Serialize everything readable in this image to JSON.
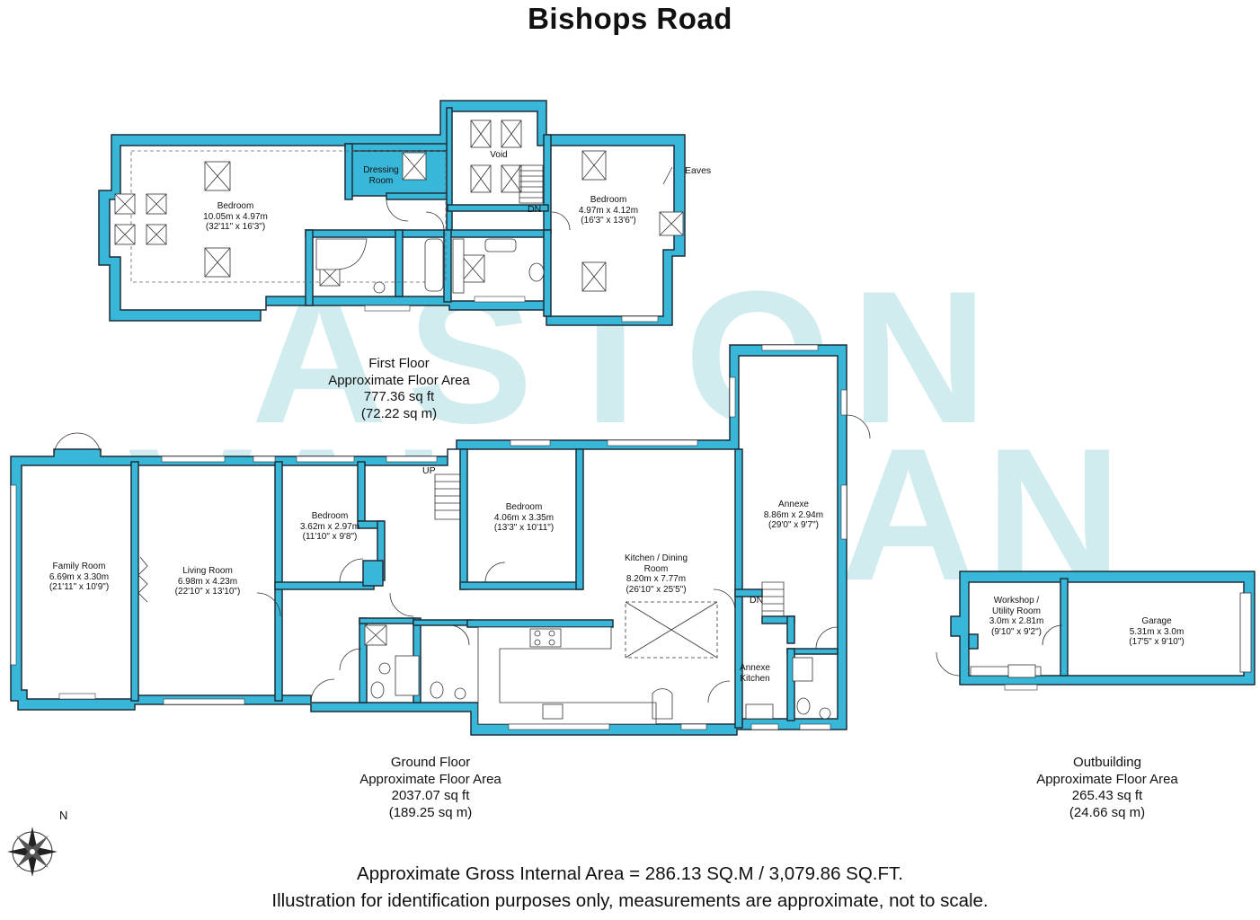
{
  "title": "Bishops Road",
  "watermark": {
    "line1": "ASTON",
    "line2": "VAUGHAN",
    "color": "#bfe6ea"
  },
  "colors": {
    "wall_fill": "#39b7d8",
    "wall_stroke": "#1e2f3a",
    "floor": "#ffffff"
  },
  "first_floor": {
    "label": "First Floor",
    "area_label": "Approximate Floor Area",
    "sq_ft": "777.36 sq ft",
    "sq_m": "(72.22 sq m)",
    "rooms": [
      {
        "name": "Bedroom",
        "metric": "10.05m x 4.97m",
        "imperial": "(32'11\" x 16'3\")"
      },
      {
        "name": "Dressing",
        "metric": "Room",
        "imperial": ""
      },
      {
        "name": "Void",
        "metric": "",
        "imperial": ""
      },
      {
        "name": "Bedroom",
        "metric": "4.97m x 4.12m",
        "imperial": "(16'3\" x 13'6\")"
      }
    ],
    "labels": {
      "eaves": "Eaves",
      "down": "DN"
    }
  },
  "ground_floor": {
    "label": "Ground Floor",
    "area_label": "Approximate Floor Area",
    "sq_ft": "2037.07 sq ft",
    "sq_m": "(189.25 sq m)",
    "rooms": [
      {
        "name": "Family Room",
        "metric": "6.69m x 3.30m",
        "imperial": "(21'11\" x 10'9\")"
      },
      {
        "name": "Living Room",
        "metric": "6.98m x 4.23m",
        "imperial": "(22'10\" x 13'10\")"
      },
      {
        "name": "Bedroom",
        "metric": "3.62m x 2.97m",
        "imperial": "(11'10\" x 9'8\")"
      },
      {
        "name": "Bedroom",
        "metric": "4.06m x 3.35m",
        "imperial": "(13'3\" x 10'11\")"
      },
      {
        "name": "Kitchen / Dining",
        "metric": "Room",
        "imperial": "8.20m x 7.77m",
        "extra": "(26'10\" x 25'5\")"
      },
      {
        "name": "Annexe",
        "metric": "8.86m x 2.94m",
        "imperial": "(29'0\" x 9'7\")"
      },
      {
        "name": "Annexe",
        "metric": "Kitchen",
        "imperial": ""
      }
    ],
    "labels": {
      "up": "UP",
      "down": "DN"
    }
  },
  "outbuilding": {
    "label": "Outbuilding",
    "area_label": "Approximate Floor Area",
    "sq_ft": "265.43 sq ft",
    "sq_m": "(24.66 sq m)",
    "rooms": [
      {
        "name": "Workshop /",
        "metric": "Utility Room",
        "imperial": "3.0m x 2.81m",
        "extra": "(9'10\" x 9'2\")"
      },
      {
        "name": "Garage",
        "metric": "5.31m x 3.0m",
        "imperial": "(17'5\" x 9'10\")"
      }
    ]
  },
  "compass": {
    "north_label": "N",
    "icon": "compass-rose-icon"
  },
  "footer": {
    "gross_area": "Approximate Gross Internal Area  =  286.13 SQ.M /  3,079.86 SQ.FT.",
    "disclaimer": "Illustration for identification purposes only, measurements are approximate, not to scale."
  }
}
